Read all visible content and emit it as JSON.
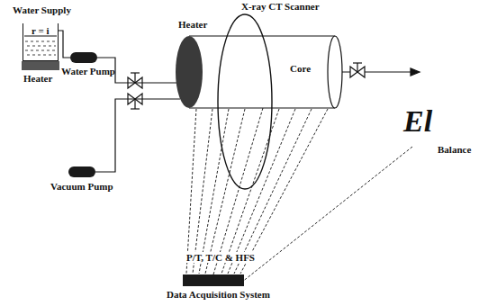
{
  "diagram": {
    "nodes": [
      {
        "text": [
          "Water Supply",
          "r = i"
        ]
      },
      {
        "text": [
          "Heater"
        ]
      },
      {
        "text": [
          "Water Pump"
        ]
      },
      {
        "text": [
          "Vacuum Pump"
        ]
      },
      {
        "text": [
          "Heater"
        ]
      },
      {
        "text": [
          "Core"
        ]
      },
      {
        "text": [
          "Data Acquisition System"
        ]
      },
      {
        "text": [
          "El",
          "Balance"
        ]
      }
    ],
    "edges": [
      {
        "from": 0,
        "to": 2,
        "arrow": "none"
      },
      {
        "from": 2,
        "to": 4,
        "arrow": "none"
      },
      {
        "from": 3,
        "to": 4,
        "arrow": "none"
      },
      {
        "from": 5,
        "to": 6,
        "arrow": "none"
      },
      {
        "from": 7,
        "to": 6,
        "arrow": "none"
      }
    ],
    "labels": [
      "X-ray CT Scanner",
      "P/T, T/C & HFS"
    ]
  }
}
